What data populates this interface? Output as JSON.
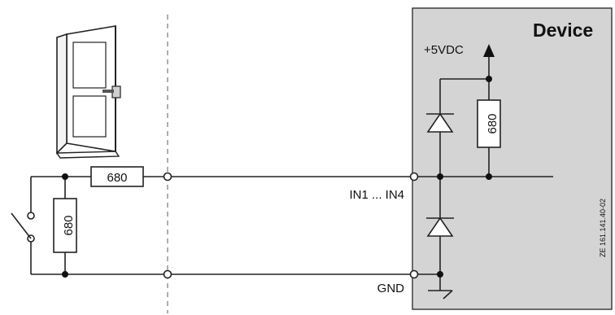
{
  "diagram": {
    "device_label": "Device",
    "supply_label": "+5VDC",
    "input_label": "IN1 ... IN4",
    "ground_label": "GND",
    "resistor_values": {
      "series": "680",
      "shunt": "680",
      "pullup": "680"
    },
    "figure_code": "ZE 161.141.40-02",
    "colors": {
      "device_fill": "#d4d4d4",
      "wire": "#222222",
      "divider": "#9a9a9a"
    }
  }
}
